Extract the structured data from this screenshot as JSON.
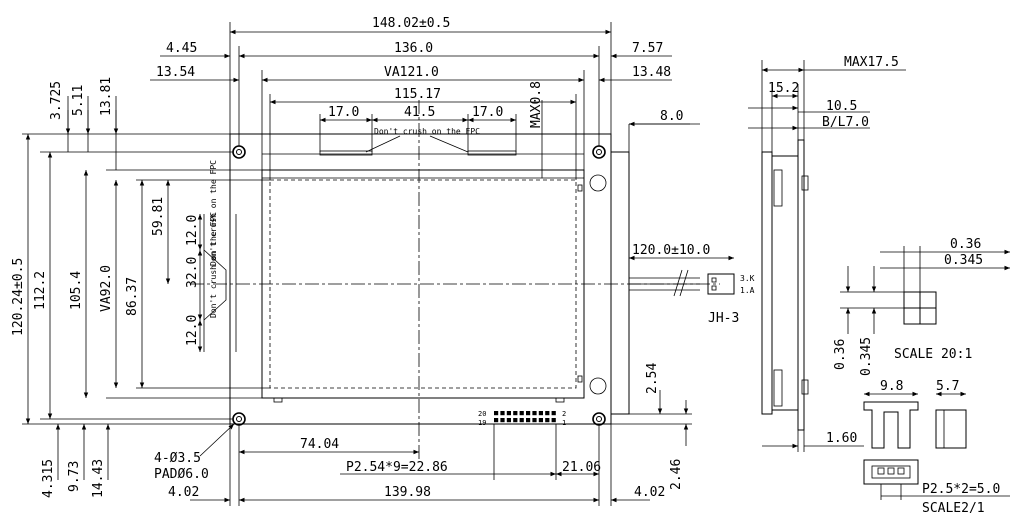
{
  "top": {
    "overall_width": "148.02±0.5",
    "width_136": "136.0",
    "left_445": "4.45",
    "left_1354": "13.54",
    "right_757": "7.57",
    "right_1348": "13.48",
    "va_width": "VA121.0",
    "aa_width": "115.17",
    "fpc_left": "17.0",
    "fpc_mid": "41.5",
    "fpc_right": "17.0",
    "max08": "MAX0.8",
    "fpc_note": "Don't crush on the FPC"
  },
  "left": {
    "d3725": "3.725",
    "d511": "5.11",
    "d1381": "13.81",
    "overall_height": "120.24±0.5",
    "h1122": "112.2",
    "h1054": "105.4",
    "va_height": "VA92.0",
    "h8637": "86.37",
    "h5981": "59.81",
    "f120a": "12.0",
    "f320": "32.0",
    "f120b": "12.0",
    "fpc_note_side": "Don't crush on the FPC",
    "b4315": "4.315",
    "b973": "9.73",
    "b1443": "14.43"
  },
  "bottom": {
    "holes": "4-Ø3.5",
    "pad": "PADØ6.0",
    "d7404": "74.04",
    "pitch": "P2.54*9=22.86",
    "d2106": "21.06",
    "d402a": "4.02",
    "d13998": "139.98",
    "d402b": "4.02",
    "d246": "2.46",
    "d254": "2.54",
    "pin20": "20",
    "pin19": "19",
    "pin2": "2",
    "pin1": "1"
  },
  "cable": {
    "d80": "8.0",
    "length": "120.0±10.0",
    "pin3k": "3.K",
    "pin1a": "1.A",
    "connector": "JH-3"
  },
  "side": {
    "max175": "MAX17.5",
    "d152": "15.2",
    "d105": "10.5",
    "bl": "B/L7.0",
    "d160": "1.60"
  },
  "pad_detail": {
    "d036": "0.36",
    "d0345": "0.345",
    "v036": "0.36",
    "v0345": "0.345",
    "scale": "SCALE 20:1"
  },
  "conn_detail": {
    "d98": "9.8",
    "d57": "5.7",
    "pitch": "P2.5*2=5.0",
    "scale": "SCALE2/1"
  }
}
